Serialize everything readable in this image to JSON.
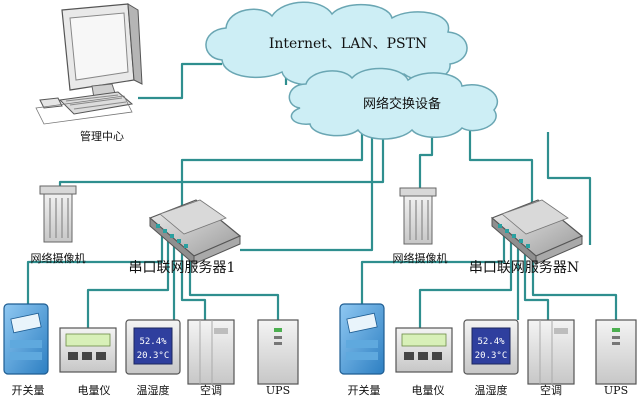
{
  "diagram": {
    "cloud_internet": "Internet、LAN、PSTN",
    "cloud_switch": "网络交换设备",
    "management_center": "管理中心",
    "camera_left": "网络摄像机",
    "camera_right": "网络摄像机",
    "server_left": "串口联网服务器1",
    "server_right": "串口联网服务器N",
    "devices_left": {
      "switch": "开关量",
      "meter": "电量仪",
      "humidity": "温湿度",
      "aircon": "空调",
      "ups": "UPS"
    },
    "devices_right": {
      "switch": "开关量",
      "meter": "电量仪",
      "humidity": "温湿度",
      "aircon": "空调",
      "ups": "UPS"
    },
    "humidity_display": {
      "line1": "52.4%",
      "line2": "20.3°C"
    }
  },
  "colors": {
    "wire": "#2f8f8f",
    "cloud_fill": "#cdeef5",
    "cloud_stroke": "#6aa6b3",
    "device_blue": "#3a8fd0",
    "lcd_blue": "#2f3f9e"
  }
}
